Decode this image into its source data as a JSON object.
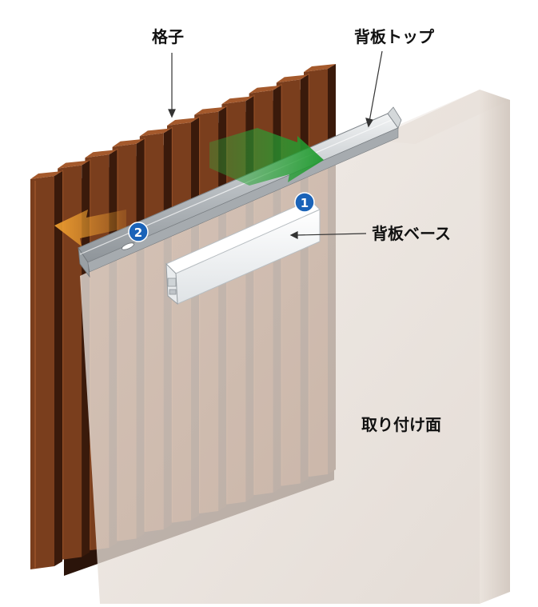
{
  "labels": {
    "lattice": "格子",
    "back_top": "背板トップ",
    "back_base": "背板ベース",
    "mount_surface": "取り付け面"
  },
  "steps": [
    "1",
    "2"
  ],
  "colors": {
    "wood": "#7a3e1d",
    "wood_dark": "#3a1a0b",
    "wood_light": "#a4592c",
    "wall": "#e7dfd8",
    "rail": "#c8ccce",
    "base": "#f4f5f6",
    "arrow_step1": "#2ea83a",
    "arrow_step2": "#f0a030",
    "badge": "#1a63b8"
  }
}
